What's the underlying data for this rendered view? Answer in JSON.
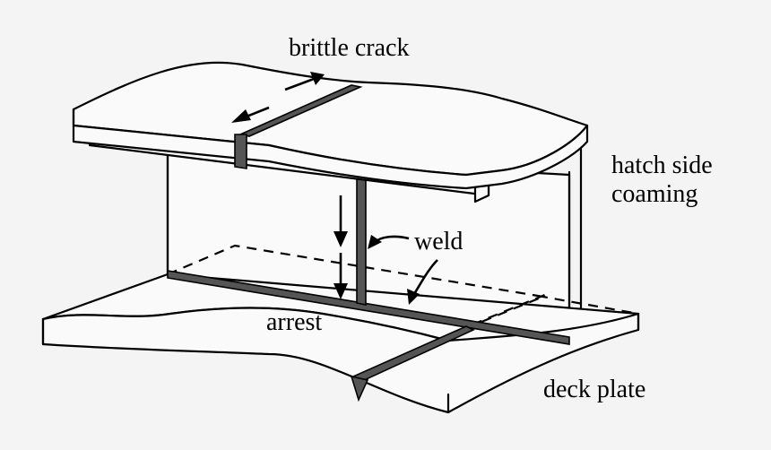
{
  "labels": {
    "brittle_crack": "brittle crack",
    "hatch_side_line1": "hatch side",
    "hatch_side_line2": "coaming",
    "weld": "weld",
    "arrest": "arrest",
    "deck_plate": "deck plate"
  },
  "colors": {
    "background": "#f4f4f4",
    "weld": "#555555",
    "line": "#000000"
  }
}
